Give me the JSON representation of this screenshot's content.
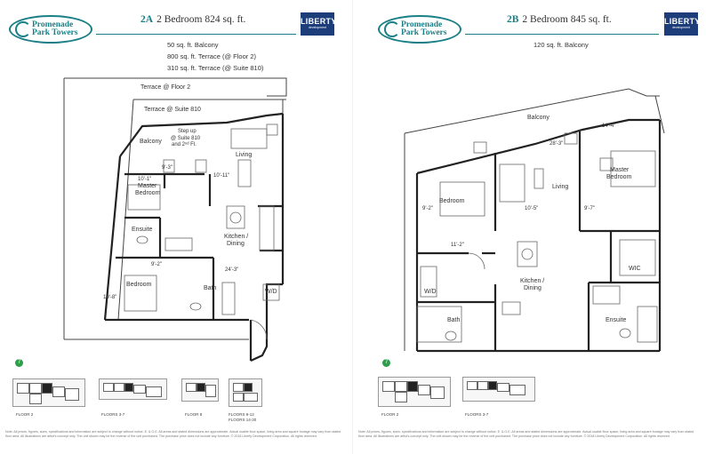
{
  "brand": {
    "line1": "Promenade",
    "line2": "Park Towers",
    "developer": "LIBERTY",
    "developer_sub": "development"
  },
  "left_unit": {
    "code": "2A",
    "title": "2 Bedroom 824 sq. ft.",
    "specs": [
      "50 sq. ft. Balcony",
      "800 sq. ft. Terrace (@ Floor 2)",
      "310 sq. ft. Terrace (@ Suite 810)"
    ],
    "rooms": {
      "terrace_floor2": "Terrace @ Floor 2",
      "terrace_810": "Terrace @ Suite 810",
      "balcony": "Balcony",
      "stepup1": "Step up",
      "stepup2": "@ Suite 810",
      "stepup3": "and 2ⁿᵈ Fl.",
      "living": "Living",
      "master1": "Master",
      "master2": "Bedroom",
      "ensuite": "Ensuite",
      "kitchen1": "Kitchen /",
      "kitchen2": "Dining",
      "bedroom": "Bedroom",
      "bath": "Bath",
      "wd": "W/D"
    },
    "dims": {
      "d1": "9'-3\"",
      "d2": "10'-1\"",
      "d3": "10'-11\"",
      "d4": "9'-2\"",
      "d5": "24'-3\"",
      "d6": "10'-8\""
    },
    "keyplans": [
      "FLOOR 2",
      "FLOORS 3-7",
      "FLOOR 8",
      "FLOORS 9-12",
      "FLOORS 14-30"
    ]
  },
  "right_unit": {
    "code": "2B",
    "title": "2 Bedroom 845 sq. ft.",
    "specs": [
      "120 sq. ft. Balcony"
    ],
    "rooms": {
      "balcony": "Balcony",
      "living": "Living",
      "bedroom": "Bedroom",
      "master1": "Master",
      "master2": "Bedroom",
      "kitchen1": "Kitchen /",
      "kitchen2": "Dining",
      "wic": "WIC",
      "wd": "W/D",
      "bath": "Bath",
      "ensuite": "Ensuite"
    },
    "dims": {
      "d1": "14'-4\"",
      "d2": "28'-3\"",
      "d3": "9'-2\"",
      "d4": "10'-5\"",
      "d5": "9'-7\"",
      "d6": "11'-2\""
    },
    "keyplans": [
      "FLOOR 2",
      "FLOORS 3-7"
    ]
  },
  "disclaimer": "Note: All prices, figures, sizes, specifications and information are subject to change without notice. E. & O.E. All areas and stated dimensions are approximate. Actual usable floor space, living area and square footage may vary from stated floor area. All illustrations are artist's concept only. The unit shown may be the reverse of the unit purchased. The purchase price does not include any furniture. © 2018 Liberty Development Corporation. All rights reserved."
}
